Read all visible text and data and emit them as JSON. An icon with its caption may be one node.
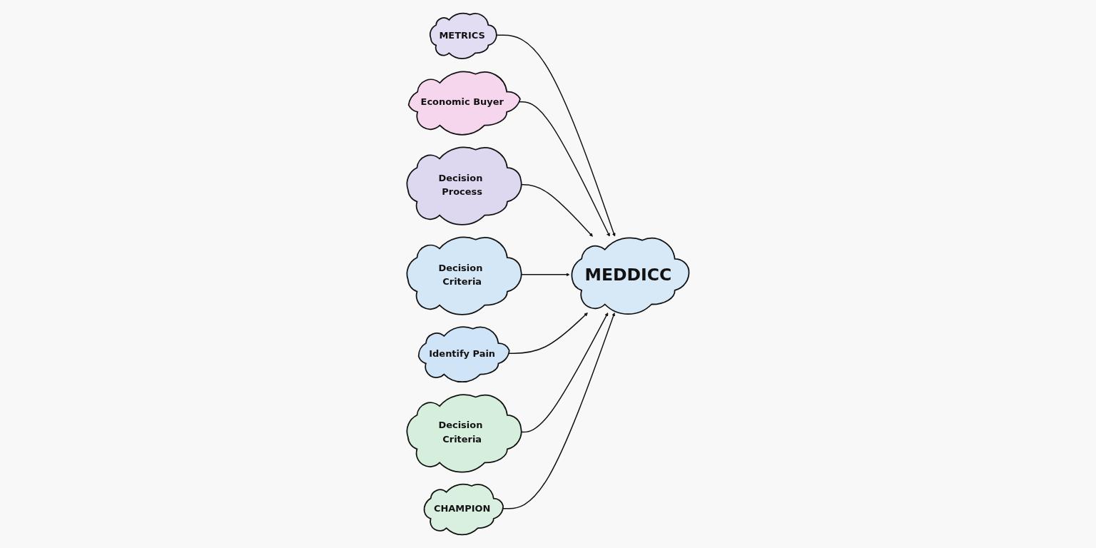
{
  "diagram": {
    "nodes": [
      {
        "text": [
          "METRICS"
        ]
      },
      {
        "text": [
          "Economic Buyer"
        ]
      },
      {
        "text": [
          "Decision Process"
        ]
      },
      {
        "text": [
          "Decision Criteria"
        ]
      },
      {
        "text": [
          "MEDDICC"
        ]
      },
      {
        "text": [
          "Identify Pain"
        ]
      },
      {
        "text": [
          "Decision Criteria"
        ]
      },
      {
        "text": [
          "CHAMPION"
        ]
      }
    ],
    "edges": [
      {
        "from": 0,
        "to": 4,
        "arrow": "to"
      },
      {
        "from": 1,
        "to": 4,
        "arrow": "to"
      },
      {
        "from": 2,
        "to": 4,
        "arrow": "to"
      },
      {
        "from": 3,
        "to": 4,
        "arrow": "to"
      },
      {
        "from": 5,
        "to": 4,
        "arrow": "to"
      },
      {
        "from": 6,
        "to": 4,
        "arrow": "to"
      },
      {
        "from": 7,
        "to": 4,
        "arrow": "to"
      }
    ]
  }
}
